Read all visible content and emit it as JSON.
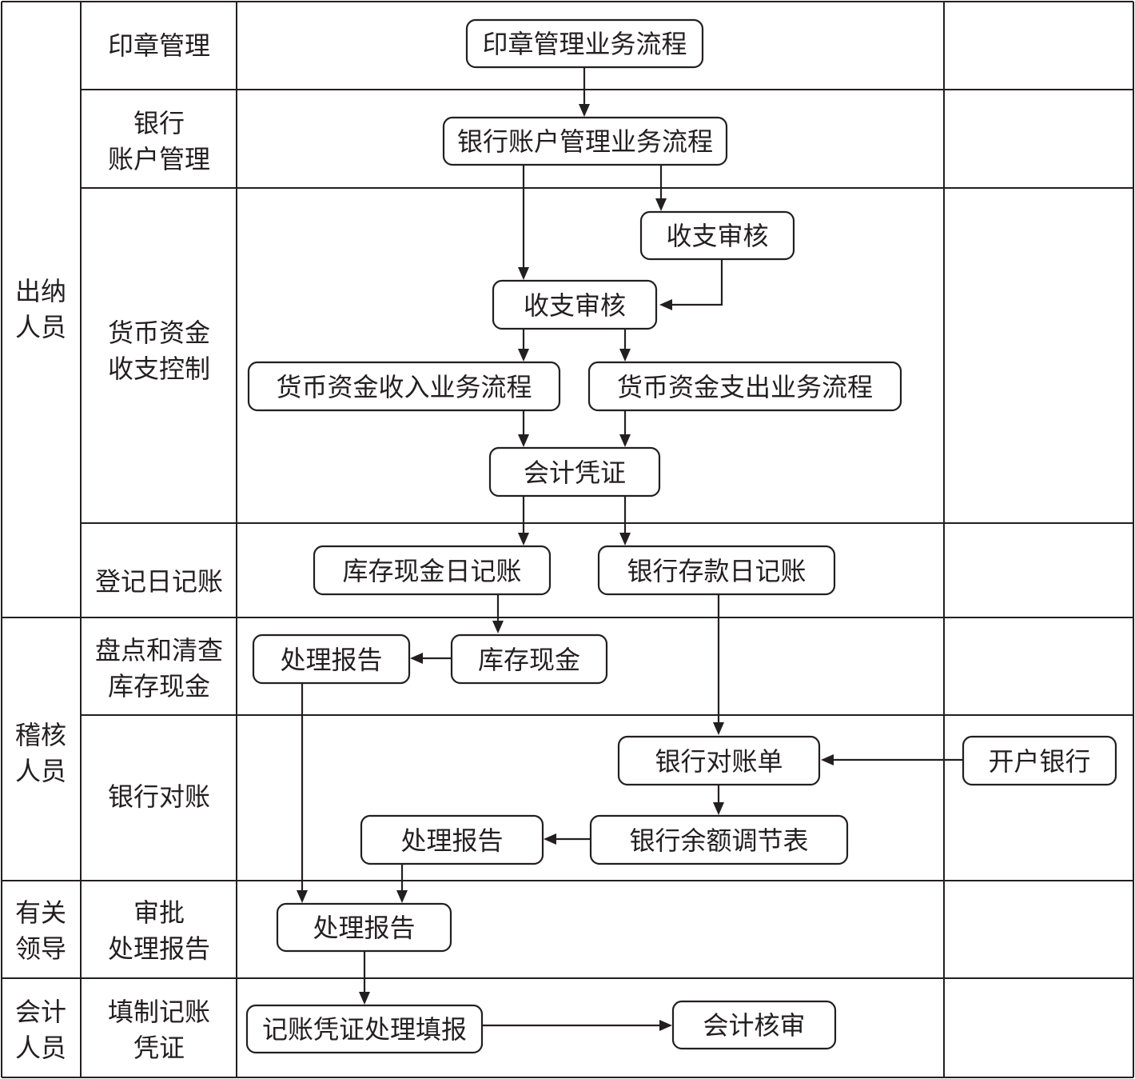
{
  "roles": {
    "cashier": [
      "出纳",
      "人员"
    ],
    "auditor": [
      "稽核",
      "人员"
    ],
    "leader": [
      "有关",
      "领导"
    ],
    "accountant": [
      "会计",
      "人员"
    ]
  },
  "stages": {
    "seal": [
      "印章管理"
    ],
    "bank_account": [
      "银行",
      "账户管理"
    ],
    "cash_control": [
      "货币资金",
      "收支控制"
    ],
    "journal": [
      "登记日记账"
    ],
    "cash_check": [
      "盘点和清查",
      "库存现金"
    ],
    "reconcile": [
      "银行对账"
    ],
    "approve": [
      "审批",
      "处理报告"
    ],
    "voucher": [
      "填制记账",
      "凭证"
    ]
  },
  "nodes": {
    "seal_flow": "印章管理业务流程",
    "bank_flow": "银行账户管理业务流程",
    "review_a": "收支审核",
    "review_b": "收支审核",
    "income_flow": "货币资金收入业务流程",
    "expense_flow": "货币资金支出业务流程",
    "acct_voucher": "会计凭证",
    "cash_journal": "库存现金日记账",
    "bank_journal": "银行存款日记账",
    "cash_report": "处理报告",
    "cash_stock": "库存现金",
    "bank_statement": "银行对账单",
    "open_bank": "开户银行",
    "recon_report": "处理报告",
    "balance_table": "银行余额调节表",
    "final_report": "处理报告",
    "voucher_fill": "记账凭证处理填报",
    "acct_audit": "会计核审"
  }
}
